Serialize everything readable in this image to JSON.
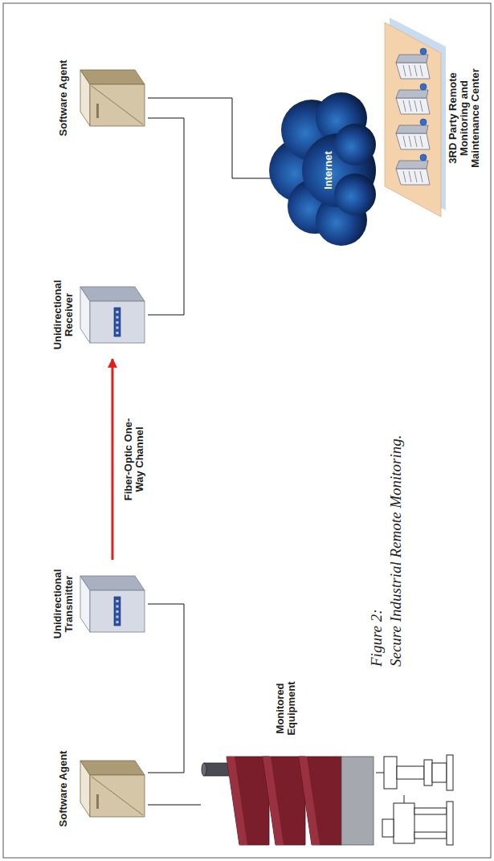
{
  "diagram": {
    "title": "Figure 2:",
    "caption": "Secure Industrial Remote Monitoring.",
    "nodes": [
      {
        "text": [
          "Monitored Equipment"
        ]
      },
      {
        "text": [
          "Software Agent"
        ]
      },
      {
        "text": [
          "Unidirectional Transmitter"
        ]
      },
      {
        "text": [
          "Unidirectional Receiver"
        ]
      },
      {
        "text": [
          "Software Agent"
        ]
      },
      {
        "text": [
          "Internet"
        ]
      },
      {
        "text": [
          "3RD Party Remote Monitoring and Maintenance Center"
        ]
      }
    ],
    "edges": [
      {
        "from": 1,
        "to": 0,
        "arrow": "none"
      },
      {
        "from": 1,
        "to": 2,
        "arrow": "none"
      },
      {
        "from": 2,
        "to": 3,
        "label": "Fiber-Optic One-Way Channel",
        "arrow": "to"
      },
      {
        "from": 3,
        "to": 4,
        "arrow": "none"
      },
      {
        "from": 4,
        "to": 5,
        "arrow": "none"
      }
    ]
  }
}
